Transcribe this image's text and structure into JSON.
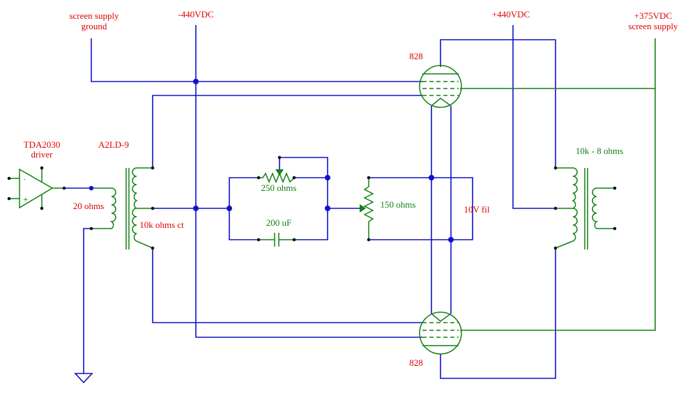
{
  "labels": {
    "screen_supply_ground_1": "screen supply",
    "screen_supply_ground_2": "ground",
    "neg_440": "-440VDC",
    "pos_440": "+440VDC",
    "pos_375_1": "+375VDC",
    "pos_375_2": "screen supply",
    "tube_top": "828",
    "tube_bottom": "828",
    "driver_1": "TDA2030",
    "driver_2": "driver",
    "input_transformer": "A2LD-9",
    "input_impedance": "20 ohms",
    "secondary_impedance": "10k ohms ct",
    "pot_250": "250 ohms",
    "cap_200": "200 uF",
    "pot_150": "150 ohms",
    "filament": "10V fil",
    "output_transformer": "10k - 8 ohms"
  },
  "colors": {
    "wire": "#1010c8",
    "component": "#138013",
    "label": "#e00000"
  }
}
